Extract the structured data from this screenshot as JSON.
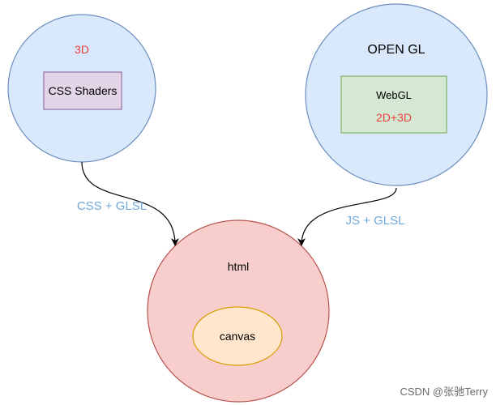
{
  "nodes": {
    "css_3d": {
      "label": "3D",
      "inner_box": "CSS Shaders"
    },
    "opengl": {
      "label": "OPEN GL",
      "inner_box_title": "WebGL",
      "inner_box_sub": "2D+3D"
    },
    "html": {
      "label": "html",
      "inner_ellipse": "canvas"
    }
  },
  "edges": {
    "left": "CSS + GLSL",
    "right": "JS + GLSL"
  },
  "watermark": "CSDN @张驰Terry",
  "colors": {
    "blue_circle_fill": "#dae8fc",
    "blue_circle_stroke": "#6c8ebf",
    "purple_box_fill": "#e1d5e7",
    "purple_box_stroke": "#9673a6",
    "green_box_fill": "#d5e8d4",
    "green_box_stroke": "#82b366",
    "red_circle_fill": "#f8cecc",
    "red_circle_stroke": "#b85450",
    "orange_ellipse_fill": "#ffe6cc",
    "orange_ellipse_stroke": "#d79b00",
    "accent_red": "#e8413b",
    "edge_label_blue": "#6fa8dc"
  }
}
